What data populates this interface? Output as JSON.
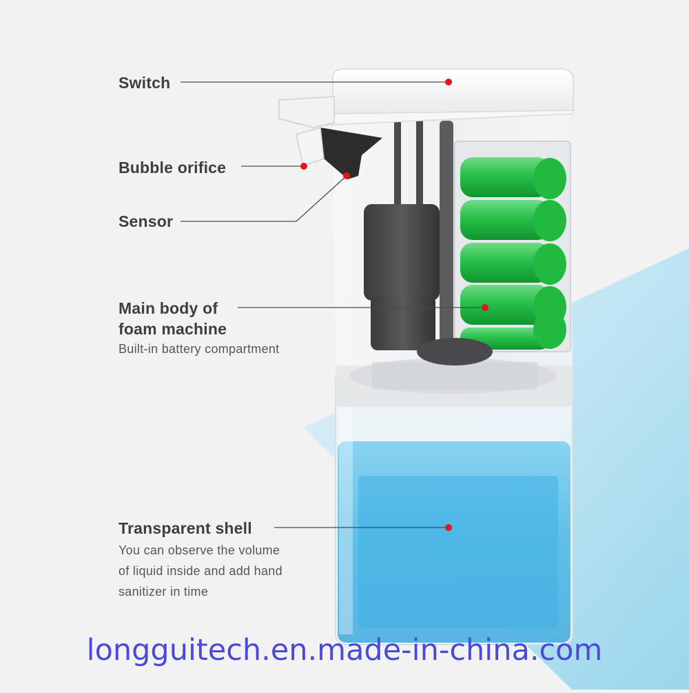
{
  "callouts": {
    "switch": {
      "title": "Switch"
    },
    "bubble_orifice": {
      "title": "Bubble orifice"
    },
    "sensor": {
      "title": "Sensor"
    },
    "main_body": {
      "title_line1": "Main body of",
      "title_line2": "foam machine",
      "description": "Built-in battery compartment"
    },
    "transparent_shell": {
      "title": "Transparent shell",
      "description_line1": "You can observe the volume",
      "description_line2": "of liquid inside and add hand",
      "description_line3": "sanitizer in time"
    }
  },
  "watermark": "longguitech.en.made-in-china.com",
  "colors": {
    "marker": "#e8141c",
    "label_text": "#3e3e40",
    "battery_green": "#1fbe45",
    "liquid_blue": "#5fc3ea",
    "watermark": "#4a4ad6"
  }
}
